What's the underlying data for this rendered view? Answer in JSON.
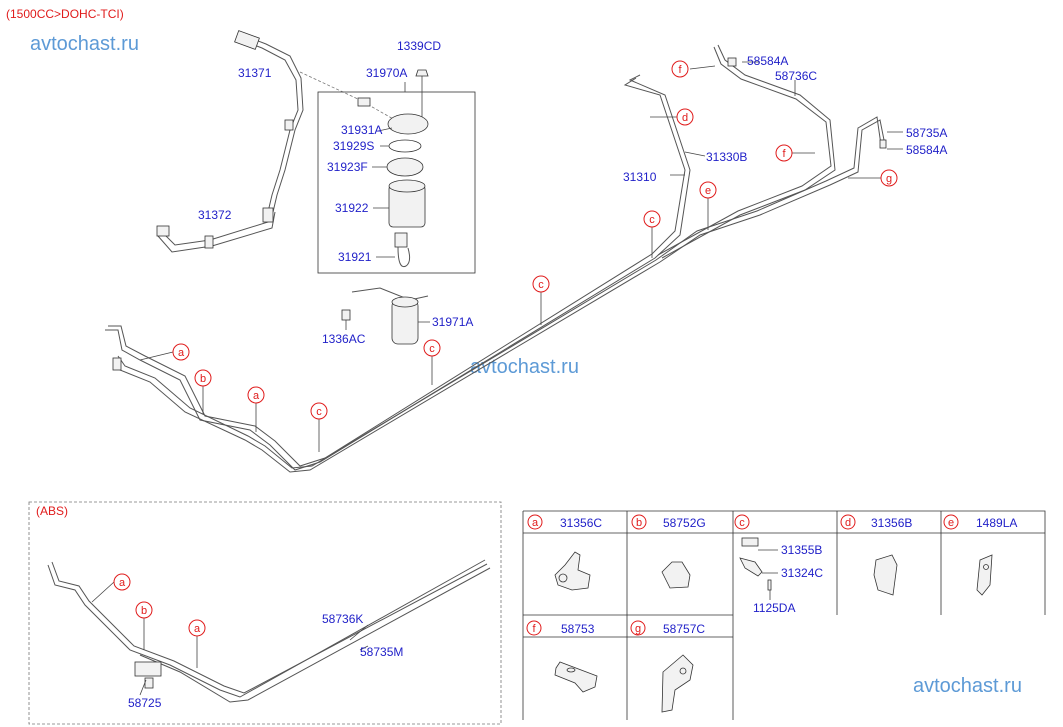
{
  "header": {
    "variant": "(1500CC>DOHC-TCI)",
    "abs_variant": "(ABS)"
  },
  "watermark": "avtochast.ru",
  "colors": {
    "part_label": "#1f1fc8",
    "callout": "#e01b1b",
    "watermark": "#5d9ad6"
  },
  "main_labels": {
    "p31371": "31371",
    "p1339CD": "1339CD",
    "p31970A": "31970A",
    "p31931A": "31931A",
    "p31929S": "31929S",
    "p31923F": "31923F",
    "p31922": "31922",
    "p31921": "31921",
    "p31372": "31372",
    "p31971A": "31971A",
    "p1336AC": "1336AC",
    "p58584A_top": "58584A",
    "p58736C": "58736C",
    "p58735A": "58735A",
    "p58584A_right": "58584A",
    "p31330B": "31330B",
    "p31310": "31310"
  },
  "abs_labels": {
    "p58736K": "58736K",
    "p58735M": "58735M",
    "p58725": "58725"
  },
  "callouts": [
    "a",
    "b",
    "a",
    "c",
    "c",
    "c",
    "c",
    "d",
    "e",
    "f",
    "f",
    "g"
  ],
  "abs_callouts": [
    "a",
    "b",
    "a"
  ],
  "legend": [
    {
      "letter": "a",
      "part": "31356C"
    },
    {
      "letter": "b",
      "part": "58752G"
    },
    {
      "letter": "c",
      "part": "",
      "sub_parts": [
        "31355B",
        "31324C",
        "1125DA"
      ]
    },
    {
      "letter": "d",
      "part": "31356B"
    },
    {
      "letter": "e",
      "part": "1489LA"
    },
    {
      "letter": "f",
      "part": "58753"
    },
    {
      "letter": "g",
      "part": "58757C"
    }
  ]
}
